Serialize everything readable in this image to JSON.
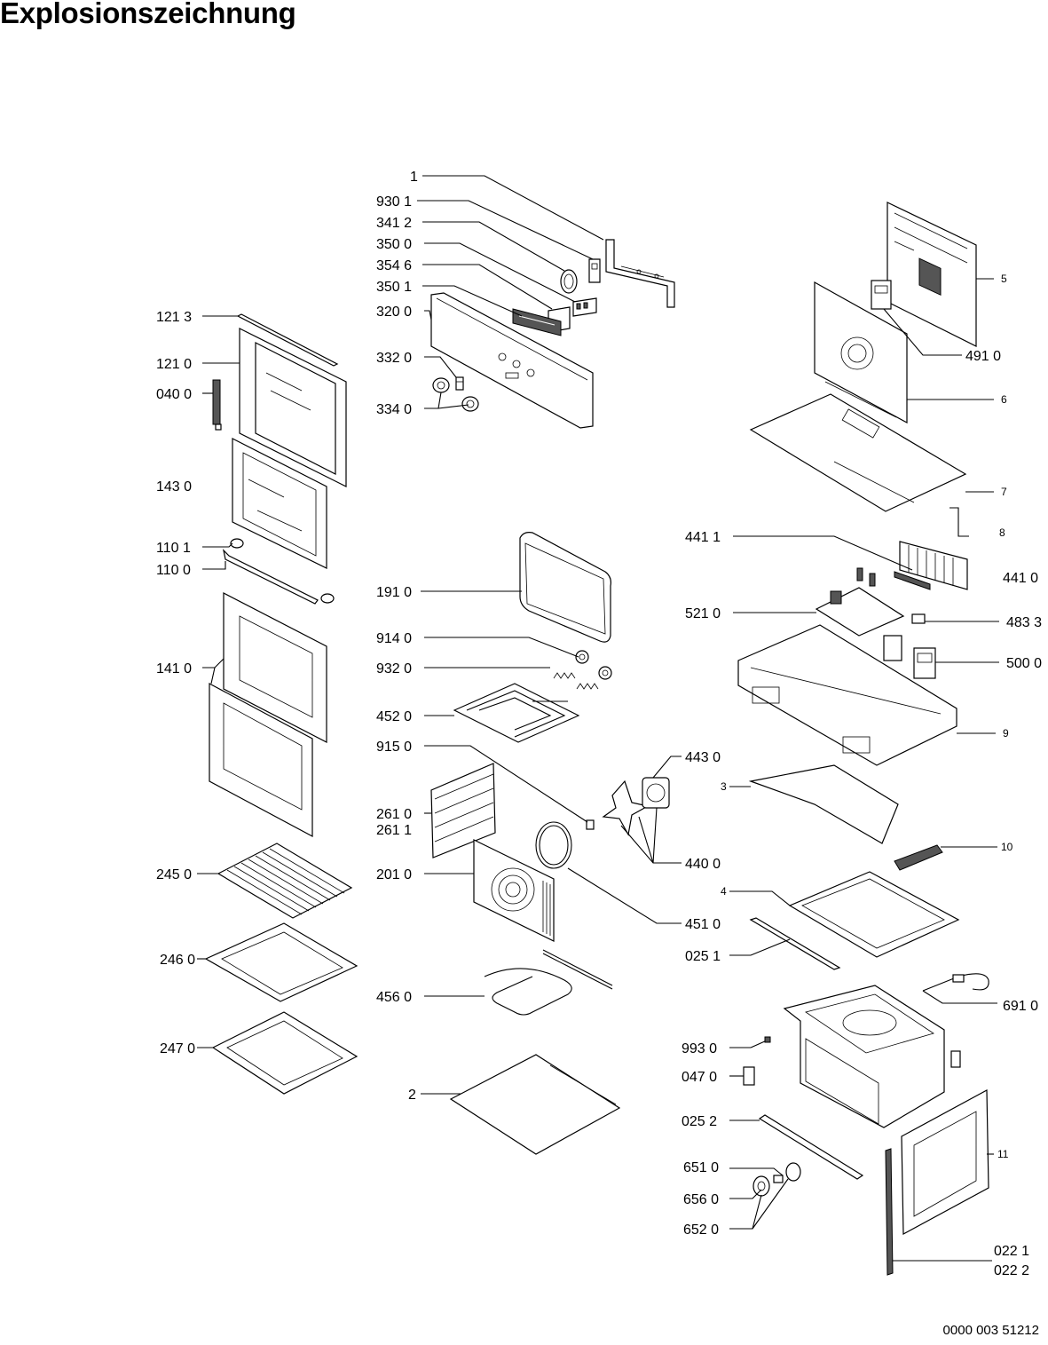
{
  "title": "Explosionszeichnung",
  "footer": "0000 003 51212",
  "labels": {
    "l_1": "1",
    "l_930_1": "930 1",
    "l_341_2": "341 2",
    "l_350_0": "350 0",
    "l_354_6": "354 6",
    "l_350_1": "350 1",
    "l_320_0": "320 0",
    "l_332_0": "332 0",
    "l_334_0": "334 0",
    "l_121_3": "121 3",
    "l_121_0": "121 0",
    "l_040_0": "040 0",
    "l_143_0": "143 0",
    "l_110_1": "110 1",
    "l_110_0": "110 0",
    "l_141_0": "141 0",
    "l_245_0": "245 0",
    "l_246_0": "246 0",
    "l_247_0": "247 0",
    "l_191_0": "191 0",
    "l_914_0": "914 0",
    "l_932_0": "932 0",
    "l_452_0": "452 0",
    "l_915_0": "915 0",
    "l_261_0": "261 0",
    "l_261_1": "261 1",
    "l_201_0": "201 0",
    "l_456_0": "456 0",
    "l_2": "2",
    "l_443_0": "443 0",
    "l_440_0": "440 0",
    "l_451_0": "451 0",
    "l_5": "5",
    "l_491_0": "491 0",
    "l_6": "6",
    "l_7": "7",
    "l_8": "8",
    "l_441_1": "441 1",
    "l_441_0": "441 0",
    "l_521_0": "521 0",
    "l_483_3": "483 3",
    "l_500_0": "500 0",
    "l_9": "9",
    "l_3": "3",
    "l_10": "10",
    "l_4": "4",
    "l_025_1": "025 1",
    "l_691_0": "691 0",
    "l_993_0": "993 0",
    "l_047_0": "047 0",
    "l_025_2": "025 2",
    "l_651_0": "651 0",
    "l_656_0": "656 0",
    "l_652_0": "652 0",
    "l_11": "11",
    "l_022_1": "022 1",
    "l_022_2": "022 2"
  }
}
